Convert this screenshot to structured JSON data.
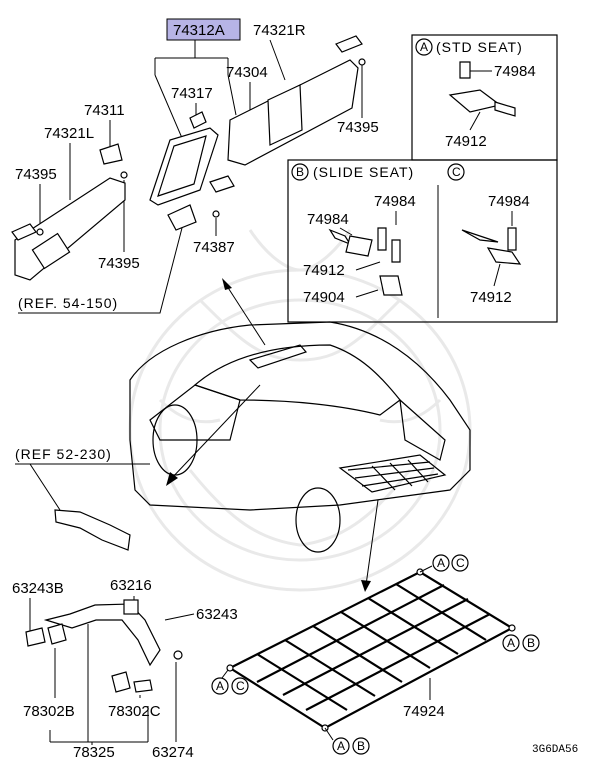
{
  "highlighted_part": "74312A",
  "parts": {
    "sunvisor_r": "74321R",
    "sunvisor_l": "74321L",
    "mirror_bracket": "74304",
    "cover": "74317",
    "holder_a": "74311",
    "screw_l": "74395",
    "screw_l2": "74395",
    "screw_r": "74395",
    "screw_mirror": "74387",
    "seat_bolt_a": "74984",
    "seat_hook_a": "74912",
    "slide_bolt_1": "74984",
    "slide_bolt_2": "74984",
    "slide_hook_b": "74912",
    "slide_bracket": "74904",
    "hook_c_bolt": "74984",
    "hook_c": "74912",
    "net": "74924",
    "handle_cap": "63243B",
    "handle_clip": "63216",
    "handle": "63243",
    "cap_a": "78302B",
    "cap_b": "78302C",
    "handle_set": "78325",
    "screw_handle": "63274"
  },
  "refs": {
    "ref_a": "(REF. 54-150)",
    "ref_b": "(REF 52-230)"
  },
  "boxes": {
    "std_seat": "(STD SEAT)",
    "slide_seat": "(SLIDE SEAT)"
  },
  "circles": {
    "a": "A",
    "b": "B",
    "c": "C"
  },
  "diagram_code": "3G6DA56"
}
